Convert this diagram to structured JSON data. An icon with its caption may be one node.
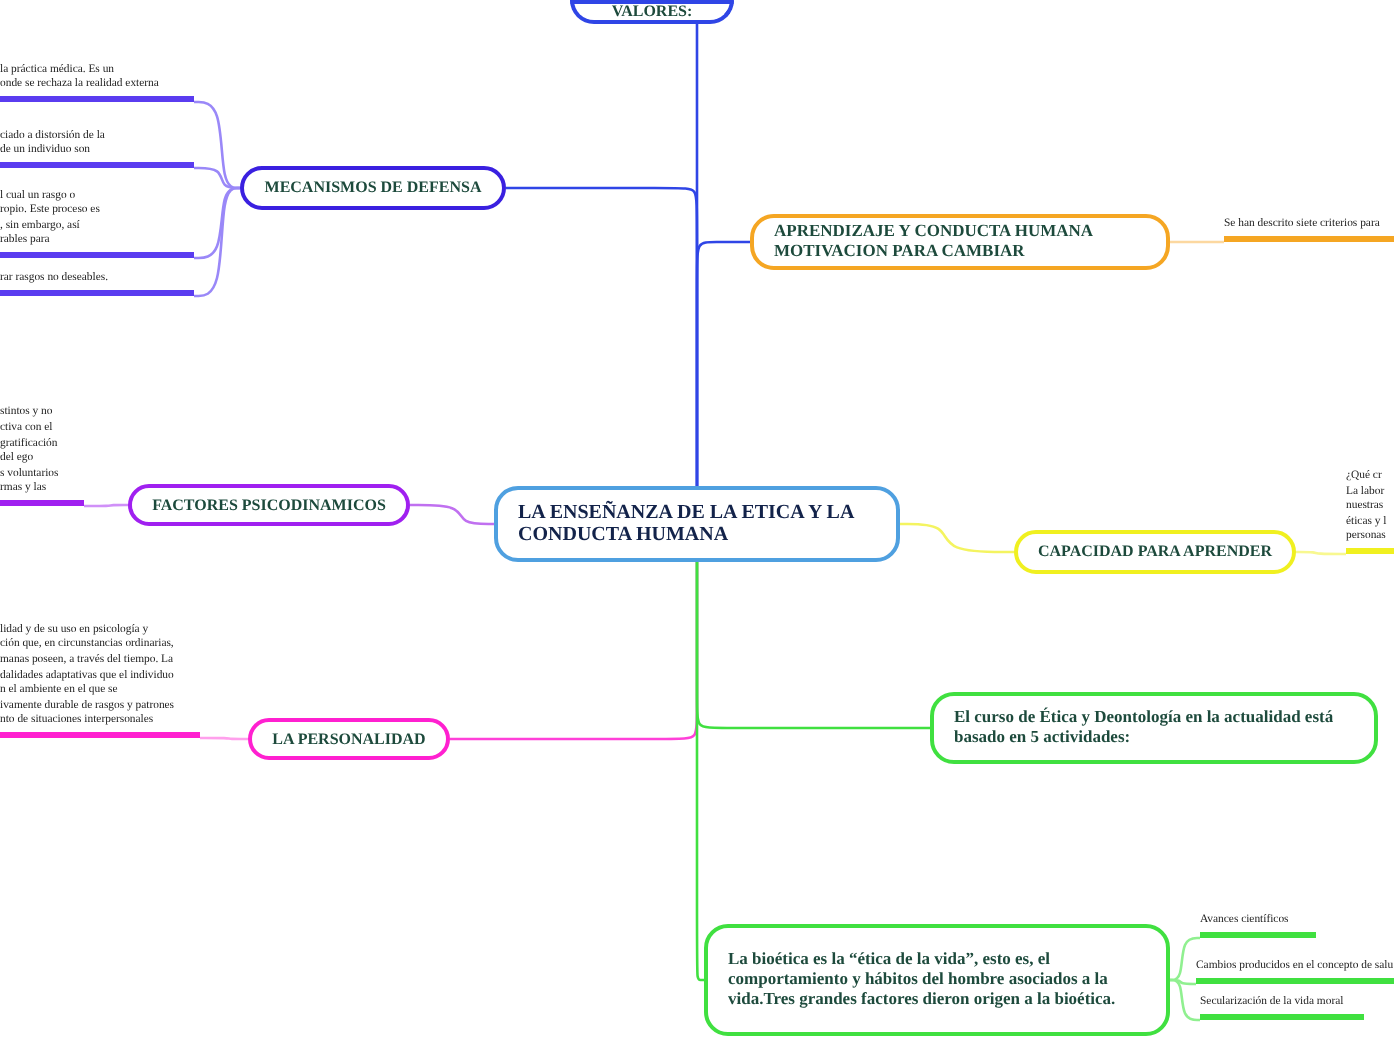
{
  "diagram": {
    "nodes": [
      {
        "text": [
          "LA ENSEÑANZA DE LA ETICA Y LA CONDUCTA HUMANA"
        ]
      },
      {
        "text": [
          "VALORES:"
        ]
      },
      {
        "text": [
          "MECANISMOS DE DEFENSA"
        ]
      },
      {
        "text": [
          "la práctica médica. Es un",
          "onde se rechaza la realidad externa"
        ]
      },
      {
        "text": [
          "ciado a distorsión de la",
          "de un individuo son"
        ]
      },
      {
        "text": [
          "l cual un rasgo o",
          "ropio. Este proceso es",
          ", sin embargo, así",
          "rables para"
        ]
      },
      {
        "text": [
          "rar rasgos no deseables."
        ]
      },
      {
        "text": [
          "FACTORES PSICODINAMICOS"
        ]
      },
      {
        "text": [
          "stintos y no",
          "ctiva con el",
          "gratificación",
          "del ego",
          "s voluntarios",
          "rmas y las"
        ]
      },
      {
        "text": [
          "LA PERSONALIDAD"
        ]
      },
      {
        "text": [
          "lidad y de su uso en psicología y",
          "ción que, en circunstancias ordinarias,",
          "manas poseen, a través del tiempo. La",
          "dalidades adaptativas que el individuo",
          "n el ambiente en el que se",
          "ivamente durable de rasgos y patrones",
          "nto de situaciones interpersonales"
        ]
      },
      {
        "text": [
          "APRENDIZAJE Y CONDUCTA HUMANA MOTIVACION PARA CAMBIAR"
        ]
      },
      {
        "text": [
          "Se han descrito siete criterios para"
        ]
      },
      {
        "text": [
          "CAPACIDAD PARA APRENDER"
        ]
      },
      {
        "text": [
          "¿Qué cr",
          "La labor",
          "nuestras",
          "éticas y l",
          "personas"
        ]
      },
      {
        "text": [
          "El curso de Ética y Deontología en la actualidad está basado en 5 actividades:"
        ]
      },
      {
        "text": [
          "La bioética es la “ética de la vida”, esto es, el comportamiento y hábitos del hombre asociados a la vida.Tres grandes factores dieron origen a la bioética."
        ]
      },
      {
        "text": [
          "Avances científicos"
        ]
      },
      {
        "text": [
          "Cambios producidos en el concepto de salu"
        ]
      },
      {
        "text": [
          "Secularización de la vida moral"
        ]
      }
    ],
    "edges": [
      {
        "from": 0,
        "to": 1,
        "arrow": "none",
        "color": "#2f45e6"
      },
      {
        "from": 0,
        "to": 2,
        "arrow": "none",
        "color": "#2f45e6"
      },
      {
        "from": 0,
        "to": 7,
        "arrow": "none",
        "color": "#c070f0"
      },
      {
        "from": 0,
        "to": 9,
        "arrow": "none",
        "color": "#ff40d8"
      },
      {
        "from": 0,
        "to": 11,
        "arrow": "none",
        "color": "#2f45e6"
      },
      {
        "from": 0,
        "to": 13,
        "arrow": "none",
        "color": "#f4f460"
      },
      {
        "from": 0,
        "to": 15,
        "arrow": "none",
        "color": "#40e040"
      },
      {
        "from": 0,
        "to": 16,
        "arrow": "none",
        "color": "#40e040"
      },
      {
        "from": 2,
        "to": 3,
        "arrow": "none",
        "color": "#9a88f8"
      },
      {
        "from": 2,
        "to": 4,
        "arrow": "none",
        "color": "#9a88f8"
      },
      {
        "from": 2,
        "to": 5,
        "arrow": "none",
        "color": "#9a88f8"
      },
      {
        "from": 2,
        "to": 6,
        "arrow": "none",
        "color": "#9a88f8"
      },
      {
        "from": 7,
        "to": 8,
        "arrow": "none",
        "color": "#d090f8"
      },
      {
        "from": 9,
        "to": 10,
        "arrow": "none",
        "color": "#ffa0ec"
      },
      {
        "from": 11,
        "to": 12,
        "arrow": "none",
        "color": "#fcd8a0"
      },
      {
        "from": 13,
        "to": 14,
        "arrow": "none",
        "color": "#f8f890"
      },
      {
        "from": 16,
        "to": 17,
        "arrow": "none",
        "color": "#90f090"
      },
      {
        "from": 16,
        "to": 18,
        "arrow": "none",
        "color": "#90f090"
      },
      {
        "from": 16,
        "to": 19,
        "arrow": "none",
        "color": "#90f090"
      }
    ]
  }
}
